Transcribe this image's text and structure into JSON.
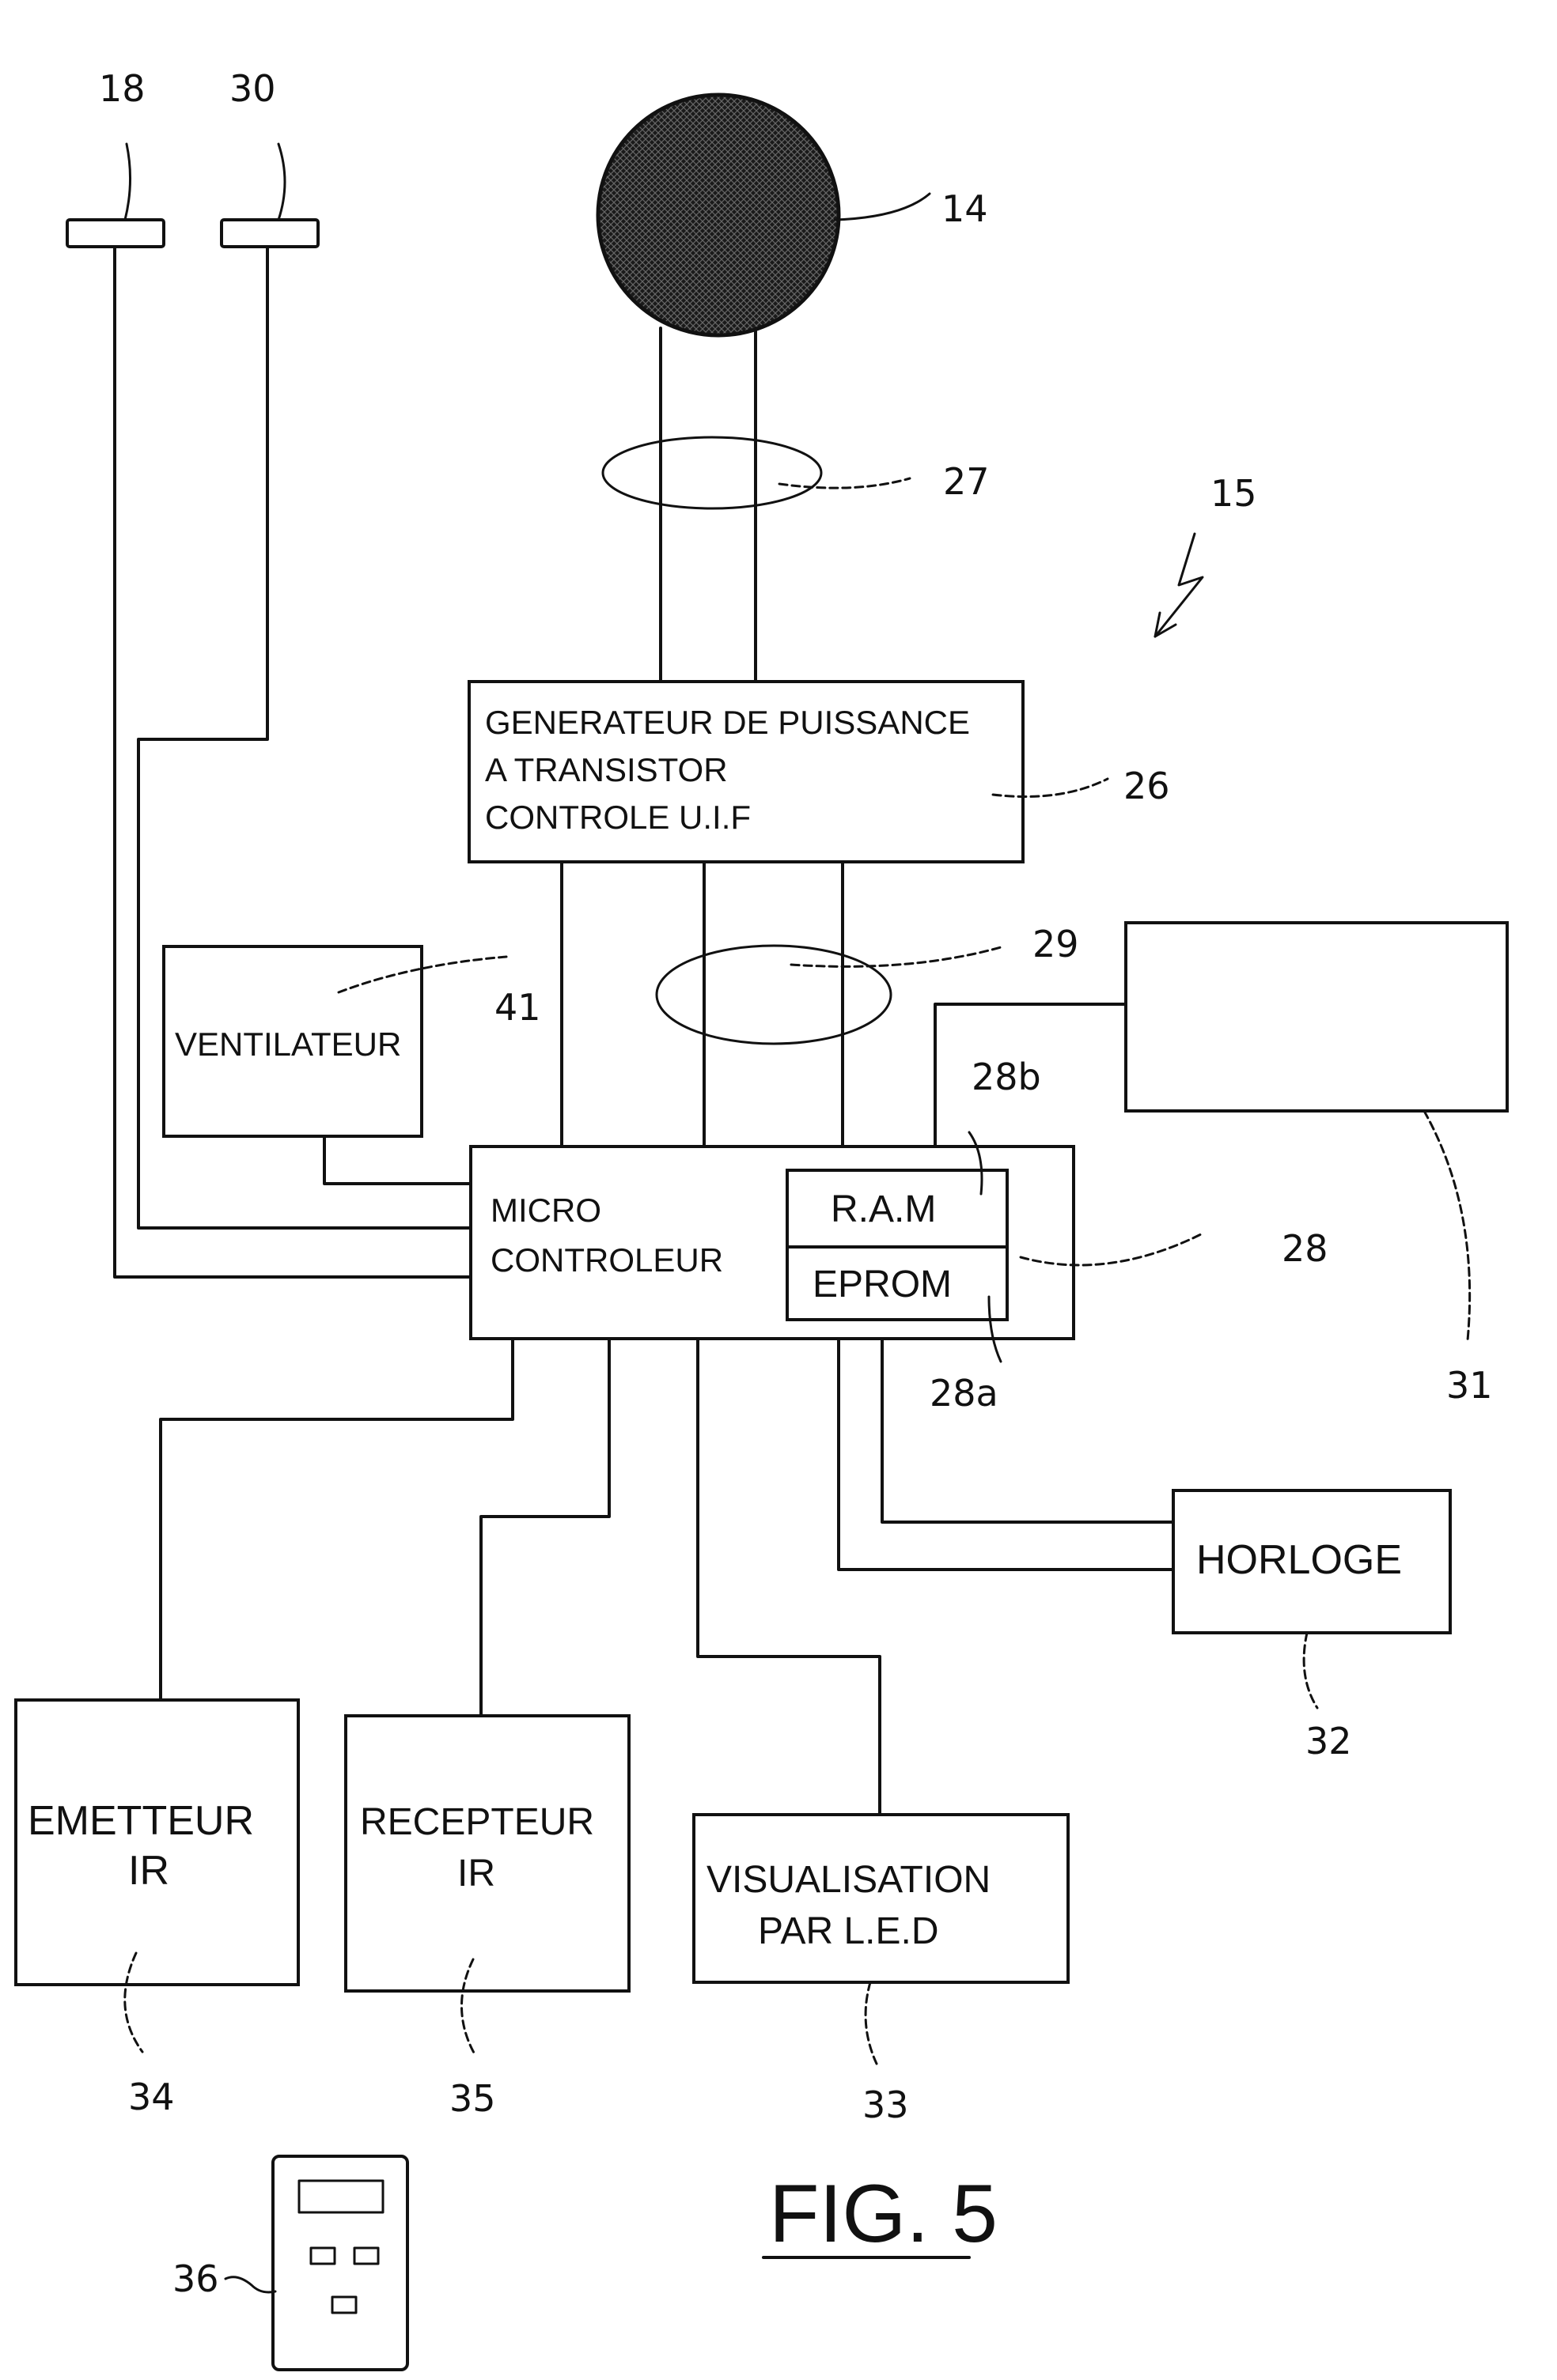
{
  "figure": {
    "title": "FIG. 5"
  },
  "refs": {
    "r18": "18",
    "r30": "30",
    "r14": "14",
    "r27": "27",
    "r15": "15",
    "r26": "26",
    "r29": "29",
    "r41": "41",
    "r28b": "28b",
    "r28": "28",
    "r28a": "28a",
    "r31": "31",
    "r32": "32",
    "r34": "34",
    "r35": "35",
    "r33": "33",
    "r36": "36"
  },
  "blocks": {
    "generator": {
      "line1": "GENERATEUR DE PUISSANCE",
      "line2": "A TRANSISTOR",
      "line3": "CONTROLE  U.I.F"
    },
    "ventilateur": "VENTILATEUR",
    "microcontroller": {
      "line1": "MICRO",
      "line2": "CONTROLEUR"
    },
    "ram": "R.A.M",
    "eprom": "EPROM",
    "horloge": "HORLOGE",
    "emetteur": {
      "line1": "EMETTEUR",
      "line2": "IR"
    },
    "recepteur": {
      "line1": "RECEPTEUR",
      "line2": "IR"
    },
    "visualisation": {
      "line1": "VISUALISATION",
      "line2": "PAR  L.E.D"
    }
  }
}
